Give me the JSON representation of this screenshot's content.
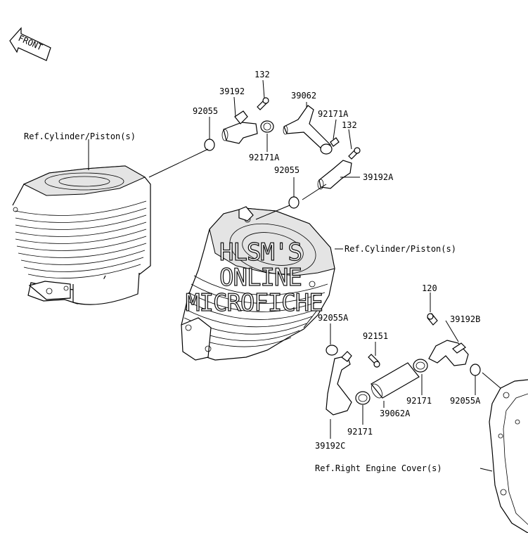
{
  "front_label": "FRONT",
  "labels": {
    "p132_top": "132",
    "p39192": "39192",
    "p39062": "39062",
    "p92055": "92055",
    "p92171A_top": "92171A",
    "p132_right": "132",
    "p92171A_bottom": "92171A",
    "p92055_mid": "92055",
    "p39192A": "39192A",
    "ref_cyl_left": "Ref.Cylinder/Piston(s)",
    "ref_cyl_right": "Ref.Cylinder/Piston(s)",
    "p120": "120",
    "p92055A_left": "92055A",
    "p39192B": "39192B",
    "p92151": "92151",
    "p92171_right": "92171",
    "p92055A_right": "92055A",
    "p39062A": "39062A",
    "p92171_bottom": "92171",
    "p39192C": "39192C",
    "ref_cover": "Ref.Right Engine Cover(s)"
  },
  "watermark": {
    "line1": "HLSM'S",
    "line2": "ONLINE",
    "line3": "MICROFICHE"
  }
}
